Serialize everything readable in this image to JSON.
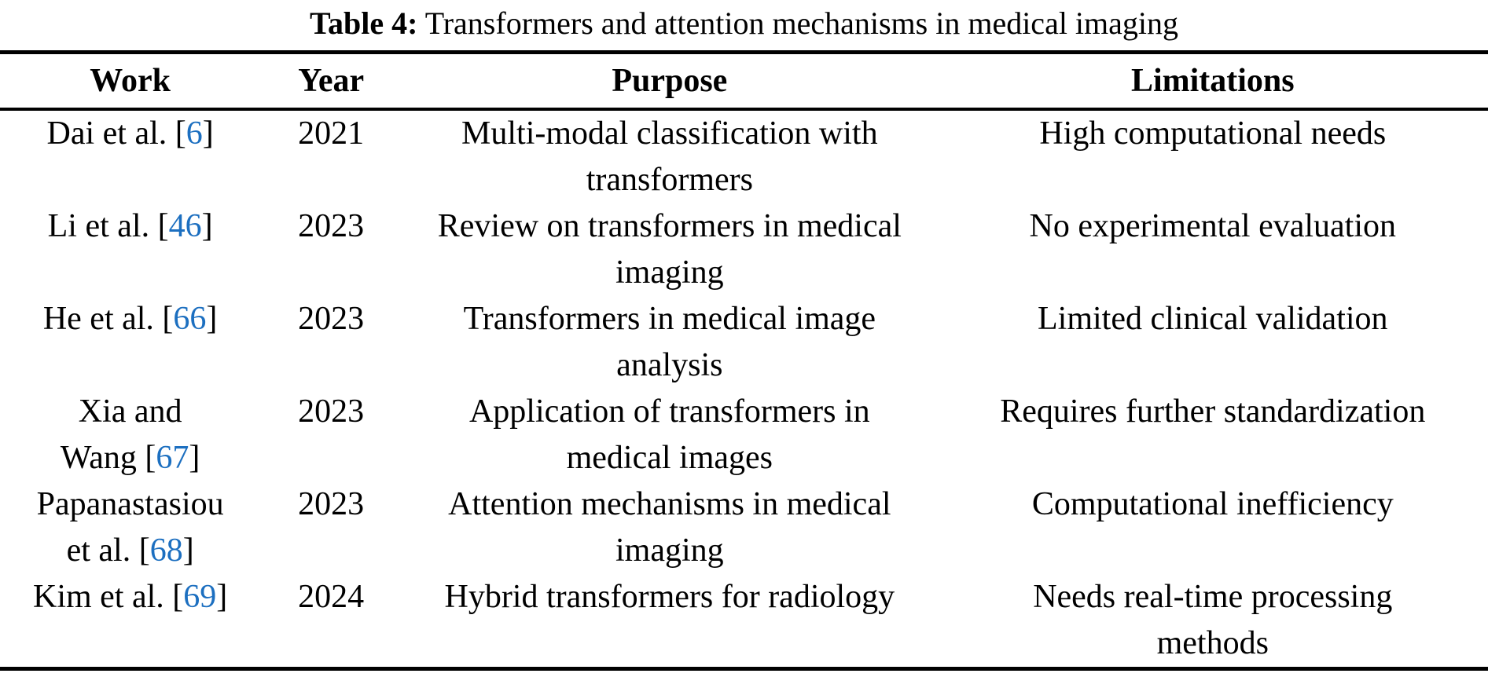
{
  "title": {
    "label": "Table 4:",
    "text": "Transformers and attention mechanisms in medical imaging"
  },
  "colors": {
    "citation_link": "#1c6fc0",
    "text": "#000000",
    "rule": "#000000"
  },
  "table": {
    "columns": [
      "Work",
      "Year",
      "Purpose",
      "Limitations"
    ],
    "rows": [
      {
        "work": [
          {
            "text": "Dai et al.",
            "cite": "6"
          }
        ],
        "year": "2021",
        "purpose": [
          "Multi-modal classification with",
          "transformers"
        ],
        "limitations": [
          "High computational needs"
        ]
      },
      {
        "work": [
          {
            "text": "Li et al.",
            "cite": "46"
          }
        ],
        "year": "2023",
        "purpose": [
          "Review on transformers in medical",
          "imaging"
        ],
        "limitations": [
          "No experimental evaluation"
        ]
      },
      {
        "work": [
          {
            "text": "He et al.",
            "cite": "66"
          }
        ],
        "year": "2023",
        "purpose": [
          "Transformers in medical image",
          "analysis"
        ],
        "limitations": [
          "Limited clinical validation"
        ]
      },
      {
        "work": [
          {
            "text": "Xia and"
          },
          {
            "text": "Wang",
            "cite": "67"
          }
        ],
        "year": "2023",
        "purpose": [
          "Application of transformers in",
          "medical images"
        ],
        "limitations": [
          "Requires further standardization"
        ]
      },
      {
        "work": [
          {
            "text": "Papanastasiou"
          },
          {
            "text": "et al.",
            "cite": "68"
          }
        ],
        "year": "2023",
        "purpose": [
          "Attention mechanisms in medical",
          "imaging"
        ],
        "limitations": [
          "Computational inefficiency"
        ]
      },
      {
        "work": [
          {
            "text": "Kim et al.",
            "cite": "69"
          }
        ],
        "year": "2024",
        "purpose": [
          "Hybrid transformers for radiology"
        ],
        "limitations": [
          "Needs real-time processing",
          "methods"
        ]
      }
    ]
  }
}
